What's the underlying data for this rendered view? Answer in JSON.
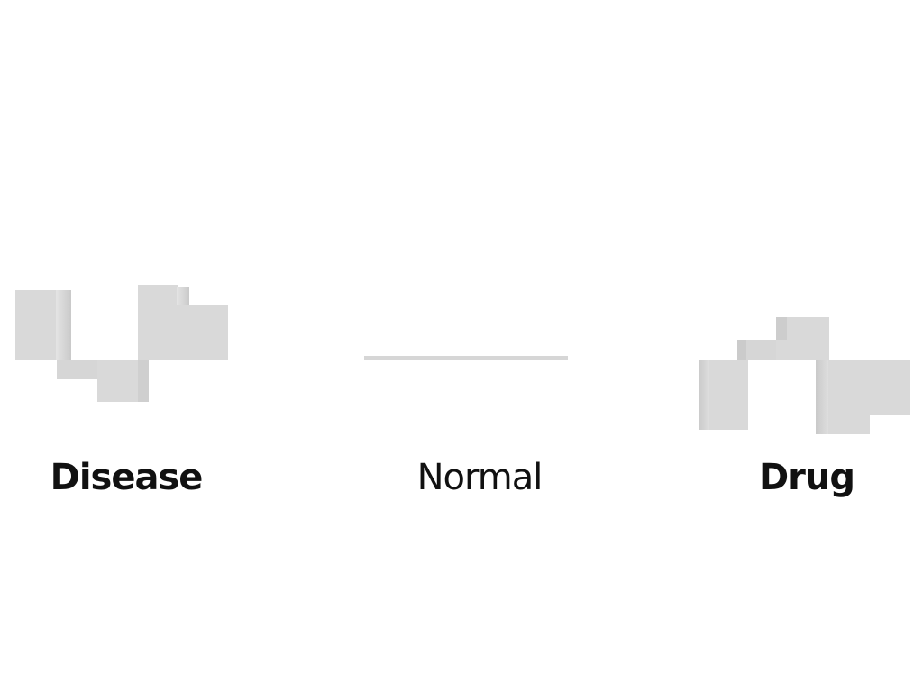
{
  "panels": [
    {
      "id": "disease",
      "label": "Disease"
    },
    {
      "id": "normal",
      "label": "Normal"
    },
    {
      "id": "drug",
      "label": "Drug"
    }
  ],
  "colors": {
    "block_face": "#d9d9d9",
    "block_side": "#cfcfcf",
    "block_shadow": "#c6c6c6",
    "baseline": "#d6d6d6",
    "text": "#111111"
  }
}
